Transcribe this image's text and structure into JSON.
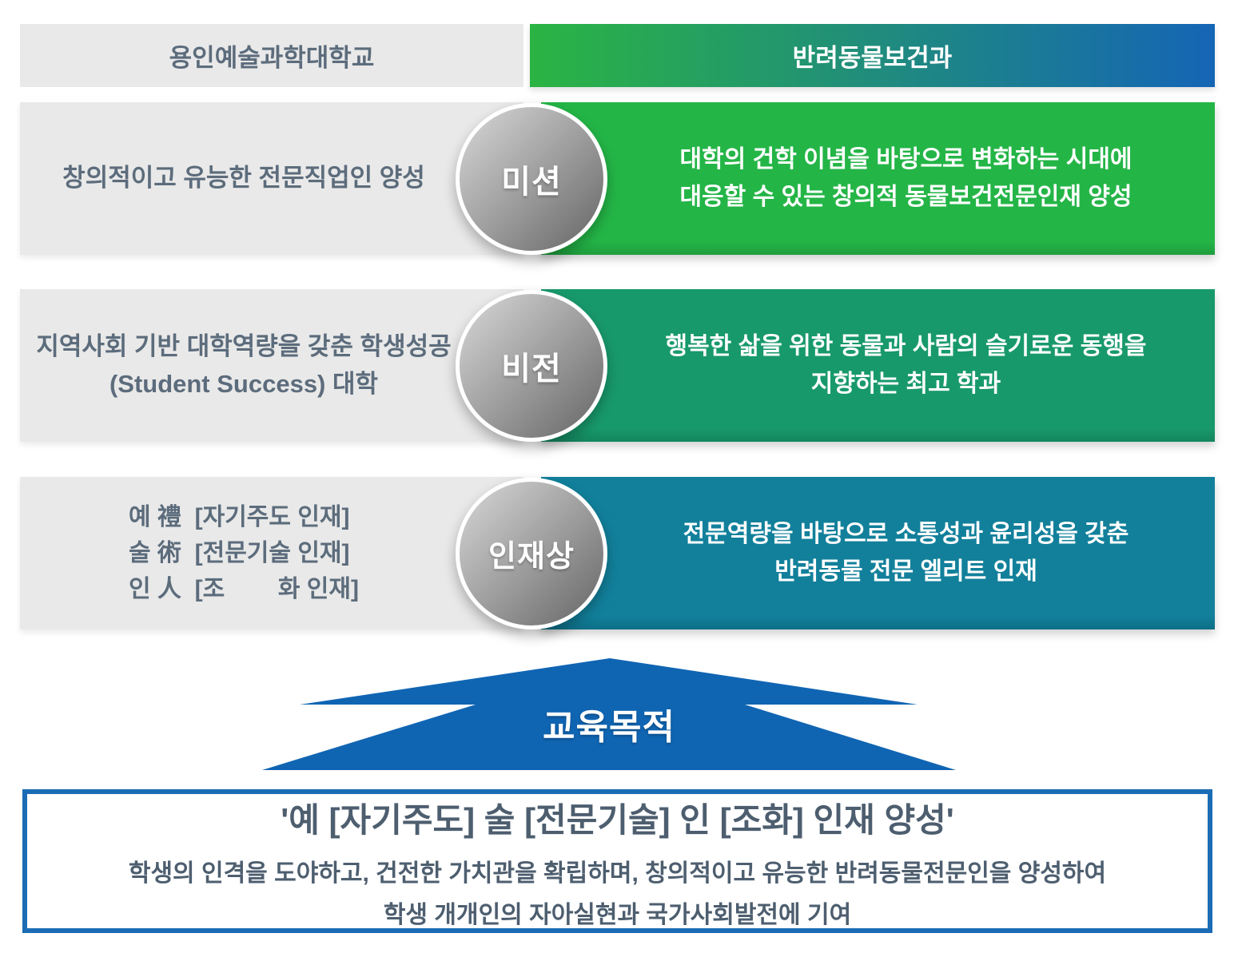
{
  "header": {
    "university": "용인예술과학대학교",
    "department": "반려동물보건과"
  },
  "rows": [
    {
      "badge": "미션",
      "left_lines": [
        "창의적이고 유능한 전문직업인 양성"
      ],
      "right_lines": [
        "대학의 건학 이념을 바탕으로 변화하는 시대에",
        "대응할 수 있는 창의적 동물보건전문인재 양성"
      ],
      "accent_color": "#24b547"
    },
    {
      "badge": "비전",
      "left_lines": [
        "지역사회 기반 대학역량을 갖춘 학생성공",
        "(Student Success) 대학"
      ],
      "right_lines": [
        "행복한 삶을 위한 동물과 사람의 슬기로운 동행을",
        "지향하는 최고 학과"
      ],
      "accent_color": "#18996c"
    },
    {
      "badge": "인재상",
      "left_lines": [
        "예 禮  [자기주도 인재]",
        "술 術  [전문기술 인재]",
        "인 人  [조        화 인재]"
      ],
      "right_lines": [
        "전문역량을 바탕으로 소통성과 윤리성을 갖춘",
        "반려동물 전문 엘리트 인재"
      ],
      "accent_color": "#12809b"
    }
  ],
  "arrow": {
    "label": "교육목적",
    "color": "#1065b3"
  },
  "goal": {
    "title": "'예 [자기주도] 술 [전문기술] 인 [조화] 인재 양성'",
    "lines": [
      "학생의 인격을 도야하고, 건전한 가치관을 확립하며, 창의적이고 유능한 반려동물전문인을 양성하여",
      "학생 개개인의 자아실현과 국가사회발전에 기여"
    ],
    "border_color": "#1b6cb5"
  },
  "colors": {
    "panel_gray": "#e9e9e9",
    "slate_text": "#5c6c7c",
    "header_gradient_start": "#2bb443",
    "header_gradient_end": "#1565b5",
    "mission_green": "#24b547",
    "vision_green": "#18996c",
    "talent_teal": "#12809b",
    "arrow_blue": "#1065b3",
    "goal_border_blue": "#1b6cb5",
    "circle_gradient_light": "#d8d8d8",
    "circle_gradient_dark": "#656565"
  }
}
